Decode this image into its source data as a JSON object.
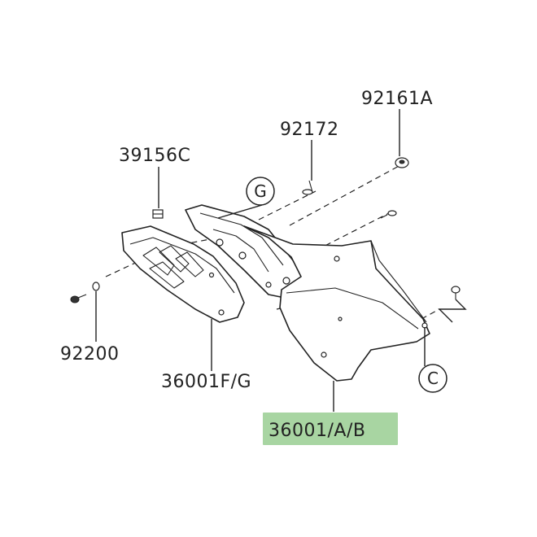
{
  "parts": [
    {
      "id": "part-92161a",
      "label": "92161A"
    },
    {
      "id": "part-92172",
      "label": "92172"
    },
    {
      "id": "part-39156c",
      "label": "39156C"
    },
    {
      "id": "part-92200",
      "label": "92200"
    },
    {
      "id": "part-36001fg",
      "label": "36001F/G"
    },
    {
      "id": "part-36001ab",
      "label": "36001/A/B"
    }
  ],
  "callouts": [
    {
      "id": "callout-g",
      "letter": "G"
    },
    {
      "id": "callout-c",
      "letter": "C"
    }
  ],
  "highlight_color": "#a8d5a2"
}
